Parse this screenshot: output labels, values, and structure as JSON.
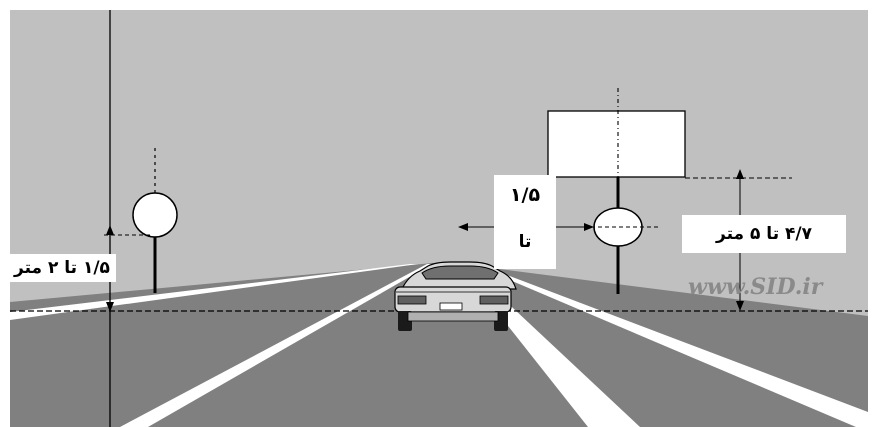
{
  "labels": {
    "left_height": "۱/۵ تا ۲ متر",
    "middle_distance_top": "۱/۵",
    "middle_distance_bottom": "تا",
    "right_height": "۴/۷ تا ۵ متر"
  },
  "watermark": "www.SID.ir",
  "colors": {
    "sky": "#c0c0c0",
    "road": "#808080",
    "lane_marking": "#ffffff",
    "car": "#d8d8d8",
    "lines": "#000000",
    "label_background": "#ffffff"
  }
}
